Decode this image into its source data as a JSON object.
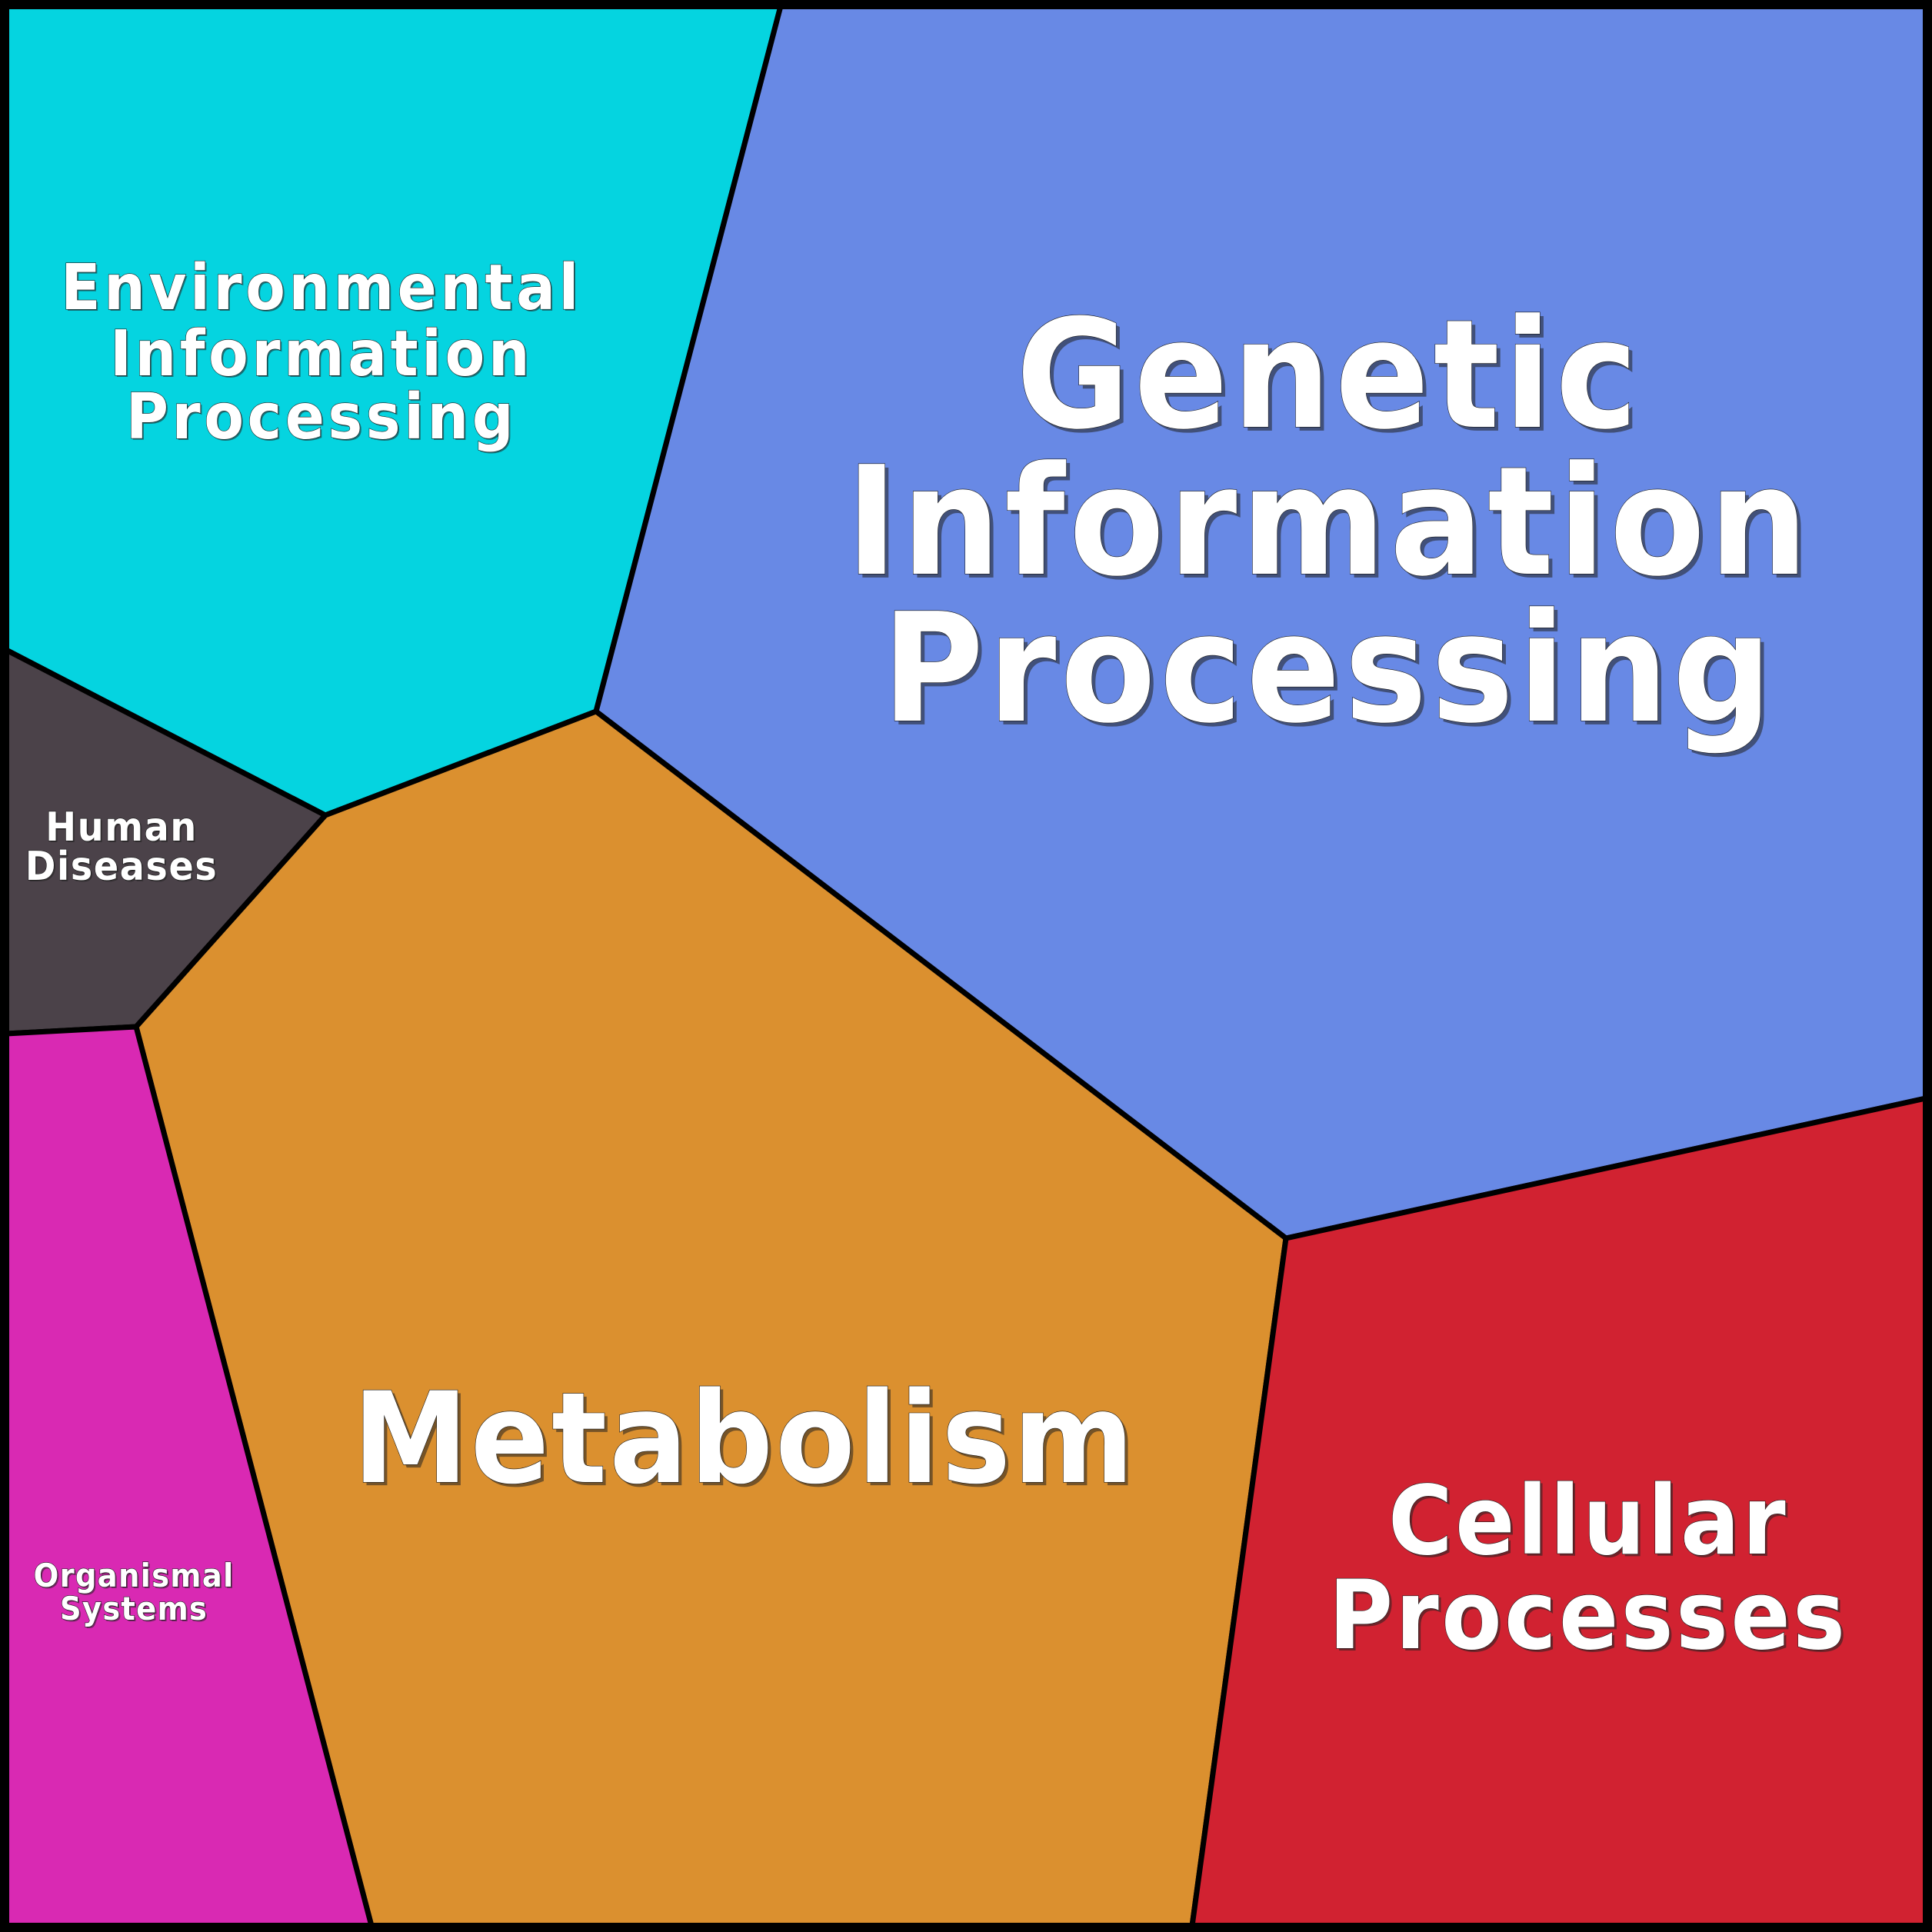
{
  "diagram": {
    "type": "voronoi-treemap",
    "title": "",
    "regions": [
      {
        "id": "environmental-information-processing",
        "lines": [
          "Environmental",
          "Information",
          "Processing"
        ],
        "color": "#05D4E0"
      },
      {
        "id": "genetic-information-processing",
        "lines": [
          "Genetic",
          "Information",
          "Processing"
        ],
        "color": "#6889E5"
      },
      {
        "id": "human-diseases",
        "lines": [
          "Human",
          "Diseases"
        ],
        "color": "#4B4249"
      },
      {
        "id": "metabolism",
        "lines": [
          "Metabolism"
        ],
        "color": "#DB902F"
      },
      {
        "id": "organismal-systems",
        "lines": [
          "Organismal",
          "Systems"
        ],
        "color": "#D929B3"
      },
      {
        "id": "cellular-processes",
        "lines": [
          "Cellular",
          "Processes"
        ],
        "color": "#D12231"
      }
    ],
    "border_color": "#000000",
    "label_color": "#FFFFFF"
  }
}
